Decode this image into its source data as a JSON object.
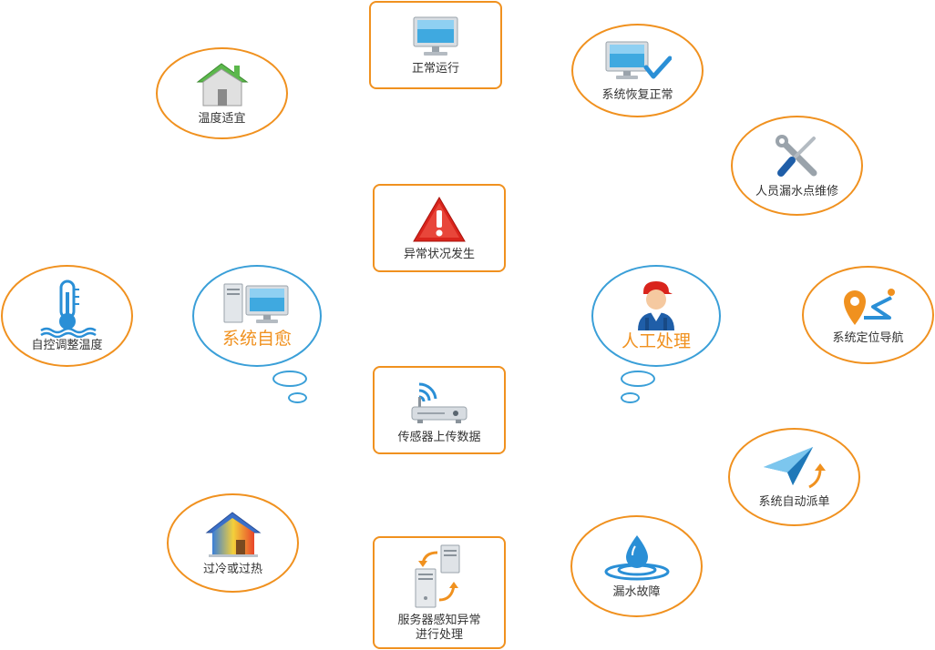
{
  "colors": {
    "accent_orange": "#f0911f",
    "accent_blue": "#3a9fd8"
  },
  "center_column": [
    {
      "label": "正常运行",
      "icon": "monitor-icon"
    },
    {
      "label": "异常状况发生",
      "icon": "warning-triangle-icon"
    },
    {
      "label": "传感器上传数据",
      "icon": "router-icon"
    },
    {
      "label": "服务器感知异常\n进行处理",
      "icon": "servers-sync-icon"
    }
  ],
  "self_heal": {
    "title": "系统自愈",
    "items": [
      {
        "label": "温度适宜",
        "icon": "house-icon"
      },
      {
        "label": "自控调整温度",
        "icon": "thermometer-icon"
      },
      {
        "label": "过冷或过热",
        "icon": "heat-house-icon"
      }
    ]
  },
  "manual": {
    "title": "人工处理",
    "items": [
      {
        "label": "系统恢复正常",
        "icon": "monitor-check-icon"
      },
      {
        "label": "人员漏水点维修",
        "icon": "wrench-screwdriver-icon"
      },
      {
        "label": "系统定位导航",
        "icon": "map-pin-route-icon"
      },
      {
        "label": "系统自动派单",
        "icon": "paper-plane-icon"
      },
      {
        "label": "漏水故障",
        "icon": "water-drop-icon"
      }
    ]
  }
}
